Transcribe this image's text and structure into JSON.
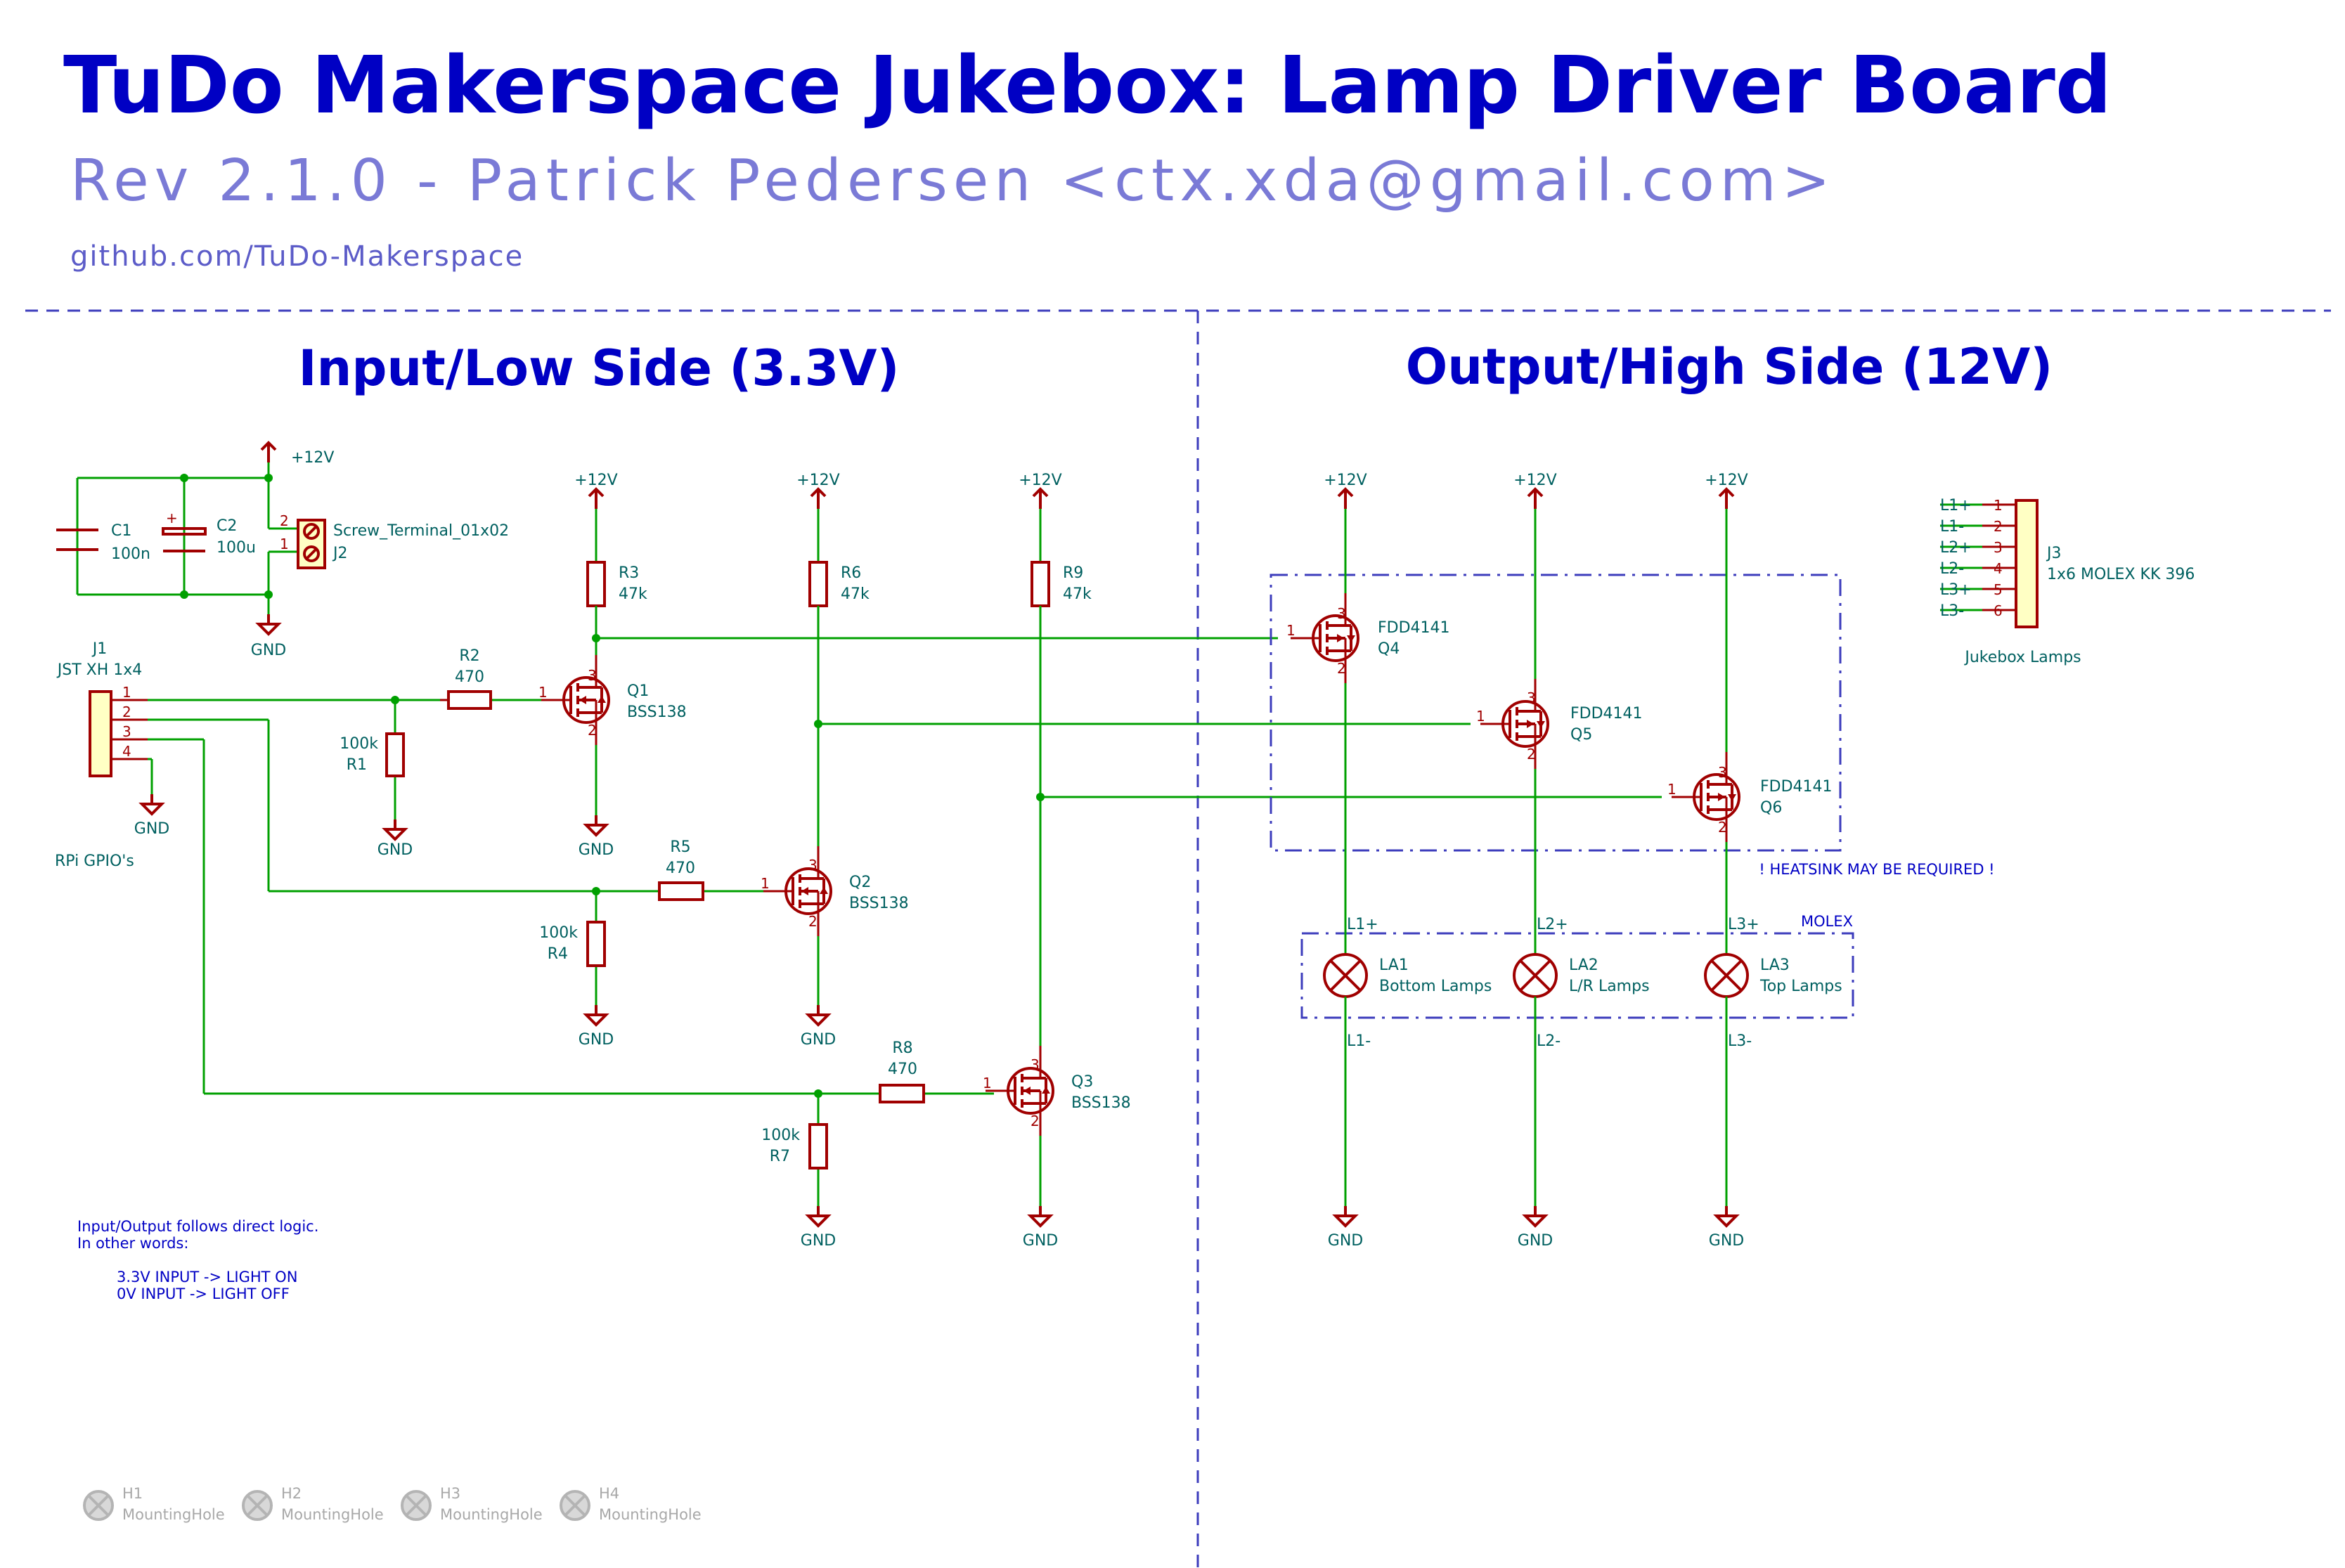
{
  "title": "TuDo Makerspace Jukebox: Lamp Driver Board",
  "subtitle": "Rev 2.1.0 - Patrick Pedersen <ctx.xda@gmail.com>",
  "url": "github.com/TuDo-Makerspace",
  "sections": {
    "left": "Input/Low Side (3.3V)",
    "right": "Output/High Side (12V)"
  },
  "nets": {
    "v12": "+12V",
    "gnd": "GND"
  },
  "components": {
    "C1": {
      "ref": "C1",
      "value": "100n"
    },
    "C2": {
      "ref": "C2",
      "value": "100u",
      "plus": "+"
    },
    "J2": {
      "ref": "J2",
      "value": "Screw_Terminal_01x02",
      "pins": [
        "2",
        "1"
      ]
    },
    "J1": {
      "ref": "J1",
      "value": "JST XH 1x4",
      "pins": [
        "1",
        "2",
        "3",
        "4"
      ],
      "label": "RPi GPIO's"
    },
    "R1": {
      "ref": "R1",
      "value": "100k"
    },
    "R2": {
      "ref": "R2",
      "value": "470"
    },
    "R3": {
      "ref": "R3",
      "value": "47k"
    },
    "R4": {
      "ref": "R4",
      "value": "100k"
    },
    "R5": {
      "ref": "R5",
      "value": "470"
    },
    "R6": {
      "ref": "R6",
      "value": "47k"
    },
    "R7": {
      "ref": "R7",
      "value": "100k"
    },
    "R8": {
      "ref": "R8",
      "value": "470"
    },
    "R9": {
      "ref": "R9",
      "value": "47k"
    },
    "Q1": {
      "ref": "Q1",
      "value": "BSS138"
    },
    "Q2": {
      "ref": "Q2",
      "value": "BSS138"
    },
    "Q3": {
      "ref": "Q3",
      "value": "BSS138"
    },
    "Q4": {
      "ref": "Q4",
      "value": "FDD4141"
    },
    "Q5": {
      "ref": "Q5",
      "value": "FDD4141"
    },
    "Q6": {
      "ref": "Q6",
      "value": "FDD4141"
    },
    "LA1": {
      "ref": "LA1",
      "value": "Bottom Lamps",
      "top": "L1+",
      "bottom": "L1-"
    },
    "LA2": {
      "ref": "LA2",
      "value": "L/R Lamps",
      "top": "L2+",
      "bottom": "L2-"
    },
    "LA3": {
      "ref": "LA3",
      "value": "Top Lamps",
      "top": "L3+",
      "bottom": "L3-"
    },
    "J3": {
      "ref": "J3",
      "value": "1x6 MOLEX KK 396",
      "label": "Jukebox Lamps",
      "nets": [
        "L1+",
        "L1-",
        "L2+",
        "L2-",
        "L3+",
        "L3-"
      ],
      "pins": [
        "1",
        "2",
        "3",
        "4",
        "5",
        "6"
      ]
    }
  },
  "pin_labels": {
    "gate": "1",
    "source": "2",
    "drain": "3"
  },
  "notes": {
    "heatsink": "! HEATSINK MAY BE REQUIRED !",
    "molex": "MOLEX",
    "logic_lines": [
      "Input/Output follows direct logic.",
      "In other words:",
      "3.3V INPUT -> LIGHT ON",
      "0V   INPUT -> LIGHT OFF"
    ]
  },
  "mounting_holes": [
    {
      "ref": "H1",
      "value": "MountingHole"
    },
    {
      "ref": "H2",
      "value": "MountingHole"
    },
    {
      "ref": "H3",
      "value": "MountingHole"
    },
    {
      "ref": "H4",
      "value": "MountingHole"
    }
  ]
}
